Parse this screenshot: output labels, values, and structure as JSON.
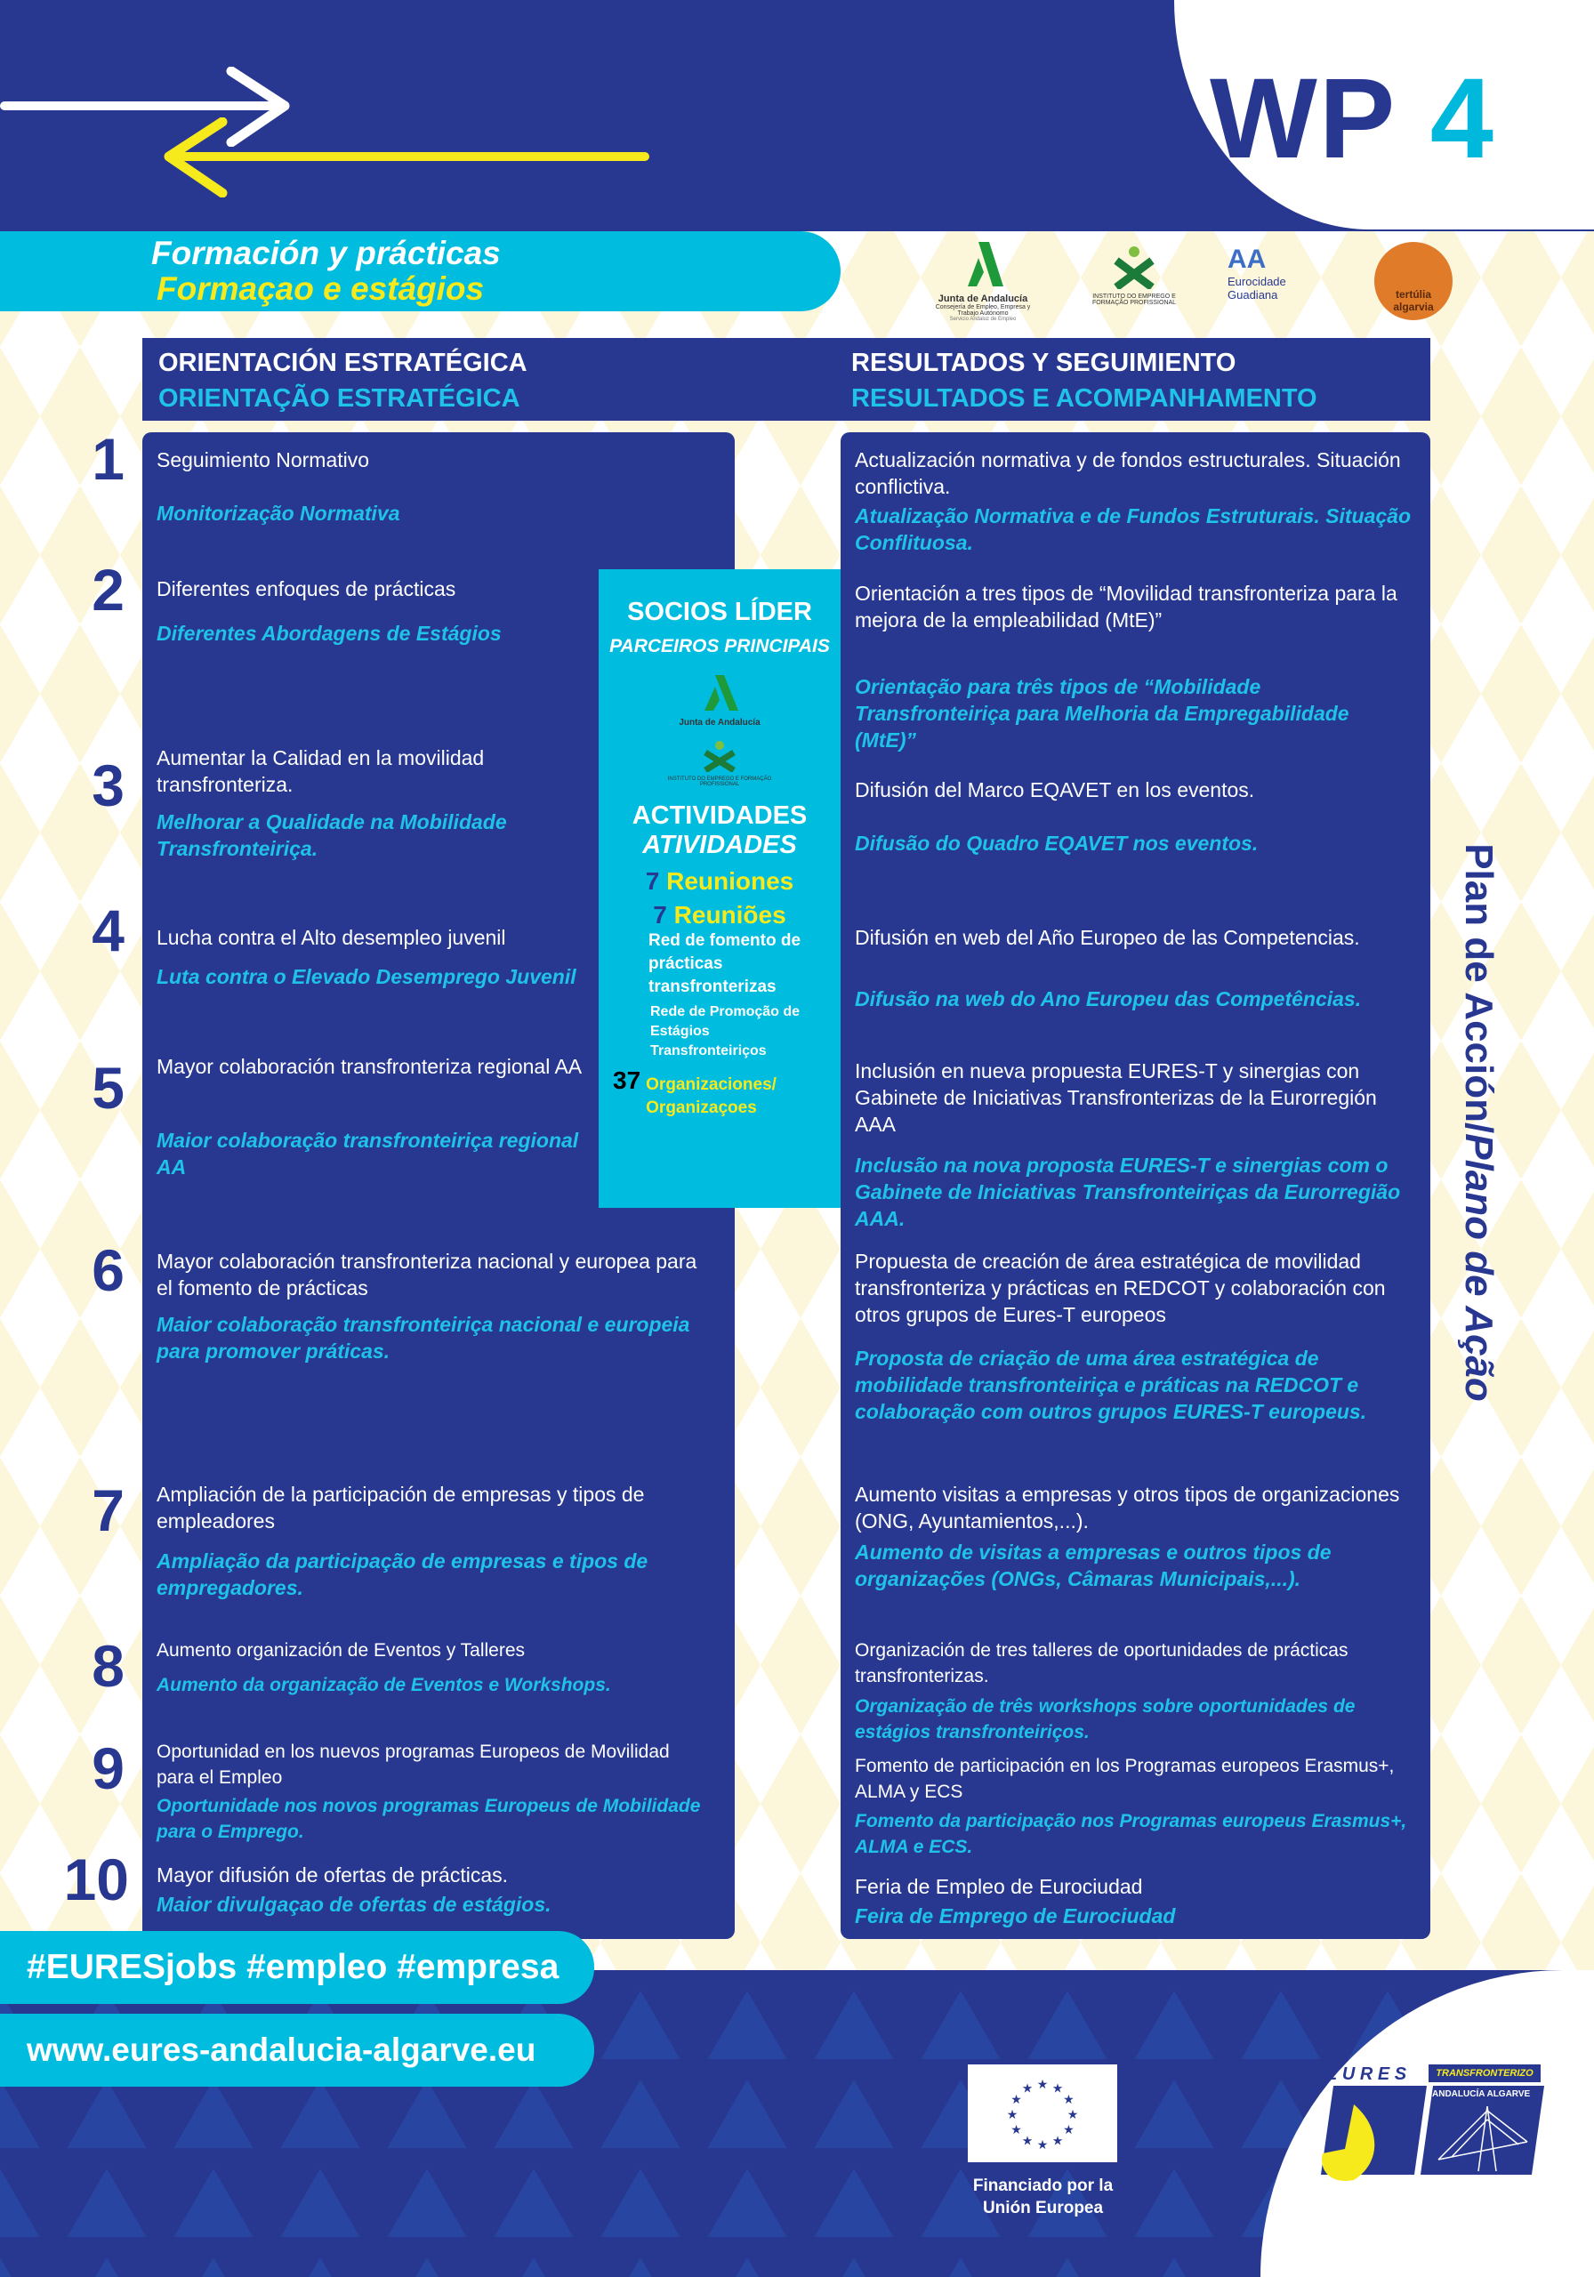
{
  "title": {
    "wp": "WP",
    "num": "4"
  },
  "banner": {
    "es": "Formación y prácticas",
    "pt": "Formaçao e estágios"
  },
  "logos": {
    "junta": "Junta de Andalucía",
    "junta_sub": "Consejería de Empleo, Empresa y Trabajo Autónomo",
    "junta_sub2": "Servicio Andaluz de Empleo",
    "iefp": "INSTITUTO DO EMPREGO E FORMAÇÃO PROFISSIONAL",
    "eurociudad": "Eurocidade Guadiana",
    "tertulia": "tertúlia algarvia"
  },
  "header": {
    "left_es": "ORIENTACIÓN ESTRATÉGICA",
    "left_pt": "ORIENTAÇÃO ESTRATÉGICA",
    "right_es": "RESULTADOS Y SEGUIMIENTO",
    "right_pt": "RESULTADOS E ACOMPANHAMENTO"
  },
  "rows": [
    {
      "n": "1",
      "left_es": "Seguimiento Normativo",
      "left_pt": "Monitorização Normativa",
      "right_es": "Actualización normativa y de fondos estructurales. Situación conflictiva.",
      "right_pt": "Atualização Normativa e de Fundos Estruturais. Situação Conflituosa."
    },
    {
      "n": "2",
      "left_es": "Diferentes enfoques de prácticas",
      "left_pt": "Diferentes Abordagens de Estágios",
      "right_es": "Orientación a tres tipos de “Movilidad transfronteriza para la mejora de la empleabilidad (MtE)”",
      "right_pt": "Orientação para três tipos de “Mobilidade Transfronteiriça para Melhoria da Empregabilidade (MtE)”"
    },
    {
      "n": "3",
      "left_es": "Aumentar la Calidad en la movilidad transfronteriza.",
      "left_pt": "Melhorar a Qualidade na Mobilidade Transfronteiriça.",
      "right_es": "Difusión del Marco EQAVET en los eventos.",
      "right_pt": "Difusão do Quadro EQAVET nos eventos."
    },
    {
      "n": "4",
      "left_es": "Lucha contra el Alto desempleo juvenil",
      "left_pt": "Luta contra o Elevado Desemprego Juvenil",
      "right_es": "Difusión en web del Año Europeo de las Competencias.",
      "right_pt": "Difusão na web do Ano Europeu das Competências."
    },
    {
      "n": "5",
      "left_es": "Mayor colaboración transfronteriza regional AA",
      "left_pt": "Maior colaboração transfronteiriça regional AA",
      "right_es": "Inclusión en nueva propuesta EURES-T y sinergias con Gabinete de Iniciativas Transfronterizas de la Eurorregión AAA",
      "right_pt": "Inclusão na nova proposta EURES-T e sinergias com o Gabinete de Iniciativas Transfronteiriças da Eurorregião AAA."
    },
    {
      "n": "6",
      "left_es": "Mayor colaboración transfronteriza nacional y europea para el fomento de prácticas",
      "left_pt": "Maior colaboração transfronteiriça nacional e europeia para promover práticas.",
      "right_es": "Propuesta de creación de área estratégica de movilidad transfronteriza y prácticas en REDCOT y colaboración con otros grupos de Eures-T europeos",
      "right_pt": "Proposta de criação de uma área estratégica de mobilidade transfronteiriça e práticas na REDCOT e colaboração com outros grupos EURES-T europeus."
    },
    {
      "n": "7",
      "left_es": "Ampliación de la participación de empresas y tipos de empleadores",
      "left_pt": "Ampliação da participação de empresas e tipos de empregadores.",
      "right_es": "Aumento visitas a empresas y otros tipos de organizaciones (ONG, Ayuntamientos,...).",
      "right_pt": "Aumento de visitas a empresas e outros tipos de organizações (ONGs, Câmaras Municipais,...)."
    },
    {
      "n": "8",
      "left_es": "Aumento organización de Eventos y Talleres",
      "left_pt": "Aumento da organização de Eventos e Workshops.",
      "right_es": "Organización de tres talleres de oportunidades de prácticas transfronterizas.",
      "right_pt": "Organização de três workshops sobre oportunidades de estágios transfronteiriços."
    },
    {
      "n": "9",
      "left_es": "Oportunidad en los nuevos programas Europeos de Movilidad para el Empleo",
      "left_pt": "Oportunidade nos novos programas Europeus de Mobilidade para o Emprego.",
      "right_es": "Fomento de participación en los Programas europeos Erasmus+, ALMA y ECS",
      "right_pt": "Fomento da participação nos Programas europeus Erasmus+, ALMA e ECS."
    },
    {
      "n": "10",
      "left_es": "Mayor difusión de ofertas de prácticas.",
      "left_pt": "Maior divulgaçao de ofertas de estágios.",
      "right_es": "Feria de Empleo de Eurociudad",
      "right_pt": "Feira de Emprego de Eurociudad"
    }
  ],
  "center": {
    "socios_es": "SOCIOS LÍDER",
    "socios_pt": "PARCEIROS PRINCIPAIS",
    "act_es": "ACTIVIDADES",
    "act_pt": "ATIVIDADES",
    "meet_n": "7",
    "meet_es": "Reuniones",
    "meet_pt": "Reuniões",
    "red_es": "Red de fomento de prácticas transfronterizas",
    "red_pt": "Rede de Promoção de Estágios Transfronteiriços",
    "org_n": "37",
    "org": "Organizaciones/ Organizaçoes"
  },
  "side": {
    "es": "Plan de Acción/",
    "pt": "Plano de Ação"
  },
  "footer": {
    "hashtags": "#EURESjobs #empleo #empresa",
    "url": "www.eures-andalucia-algarve.eu",
    "eu_funding": "Financiado por la Unión Europea",
    "eures": "E U R E S",
    "eures_t": "TRANSFRONTERIZO",
    "eures_region": "ANDALUCÍA ALGARVE"
  },
  "colors": {
    "navy": "#283891",
    "cyan": "#00bde0",
    "yellow": "#f6ea1c"
  }
}
